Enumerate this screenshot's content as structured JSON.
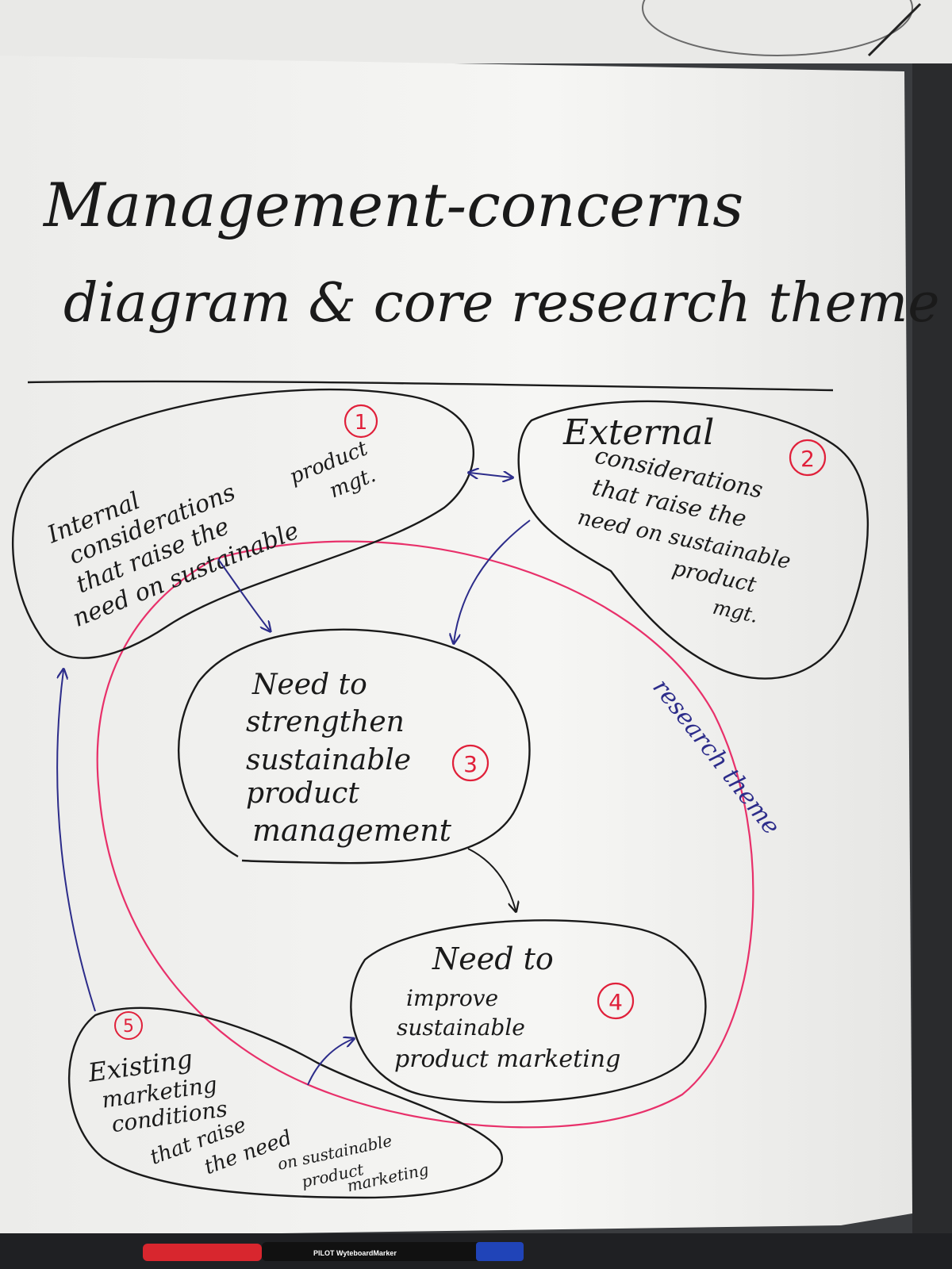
{
  "chart": {
    "title_line1": "Management-concerns",
    "title_line2": "diagram & core research theme"
  },
  "nodes": {
    "n1": {
      "number": "1",
      "lines": [
        "Internal",
        "considerations",
        "that raise the",
        "need on sustainable",
        "product",
        "mgt."
      ]
    },
    "n2": {
      "number": "2",
      "lines": [
        "External",
        "considerations",
        "that raise the",
        "need on sustainable",
        "product",
        "mgt."
      ]
    },
    "n3": {
      "number": "3",
      "lines": [
        "Need to",
        "strengthen",
        "sustainable",
        "product",
        "management"
      ]
    },
    "n4": {
      "number": "4",
      "lines": [
        "Need to",
        "improve",
        "sustainable",
        "product marketing"
      ]
    },
    "n5": {
      "number": "5",
      "lines": [
        "Existing",
        "marketing",
        "conditions",
        "that raise",
        "the need",
        "on sustainable",
        "product",
        "marketing"
      ]
    }
  },
  "loop_label": "research theme",
  "marker_brand": "PILOT WyteboardMarker",
  "colors": {
    "ink": "#1a1a1a",
    "loop": "#e8306a",
    "arrows": "#2c2c8a",
    "number_circles": "#e0203a",
    "paper": "#f4f4f2"
  }
}
